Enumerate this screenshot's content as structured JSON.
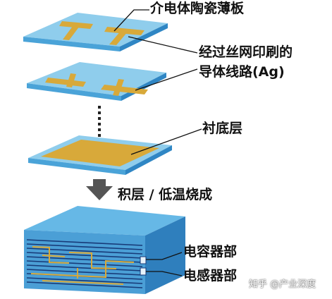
{
  "labels": {
    "dielectric_sheet": "介电体陶瓷薄板",
    "conductor_line1": "经过丝网印刷的",
    "conductor_line2": "导体线路(Ag)",
    "substrate": "衬底层",
    "process": "积层 / 低温烧成",
    "capacitor": "电容器部",
    "inductor": "电感器部"
  },
  "watermark": "知乎 @产业深度",
  "colors": {
    "sheet_top": "#8fcdec",
    "sheet_side": "#4aa3d8",
    "conductor": "#d8a93a",
    "block_top": "#66b8e6",
    "block_front": "#4b9fd6",
    "block_side": "#2f7fbd",
    "stripe": "#173a78",
    "arrow": "#555555",
    "leader": "#111111"
  }
}
